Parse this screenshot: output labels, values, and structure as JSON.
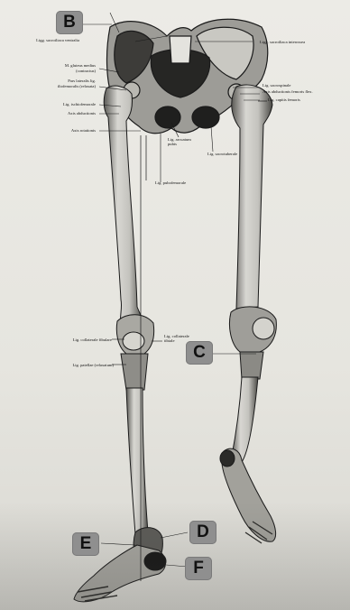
{
  "figure": {
    "labels": {
      "lig_sacrotuberale_ventrale": "Ligg. sacroiliaca ventralia",
      "lig_sacroiliaca_interossea": "Ligg. sacroiliaca interossea",
      "gluteus_medius": "M. gluteus medius",
      "gluteus_medius_sub": "(contractus)",
      "pars_lateralis": "Pars lateralis lig.",
      "pars_lateralis_sub": "iliofemoralis (relaxata)",
      "lig_ischiofemorale": "Lig. ischiofemorale",
      "axis_abductionis": "Axis abductionis",
      "axis_rotationis": "Axis rotationis",
      "lig_sacrospinale": "Lig. sacrospinale",
      "axis_abductionis_flex": "Axis abductionis femoris flex.",
      "lig_capitis_femoris": "Lig. capitis femoris",
      "lig_arcuatum_pubis": "Lig. arcuatum pubis",
      "lig_sacrotuberale": "Lig. sacrotuberale",
      "lig_pubofemorale": "Lig. pubofemorale",
      "lig_collaterale_fibulare": "Lig. collaterale fibulare",
      "lig_collaterale_tibiale": "Lig. collaterale tibiale",
      "lig_patellae": "Lig. patellae (relaxatum)"
    },
    "badges": {
      "b": "B",
      "c": "C",
      "d": "D",
      "e": "E",
      "f": "F"
    }
  }
}
